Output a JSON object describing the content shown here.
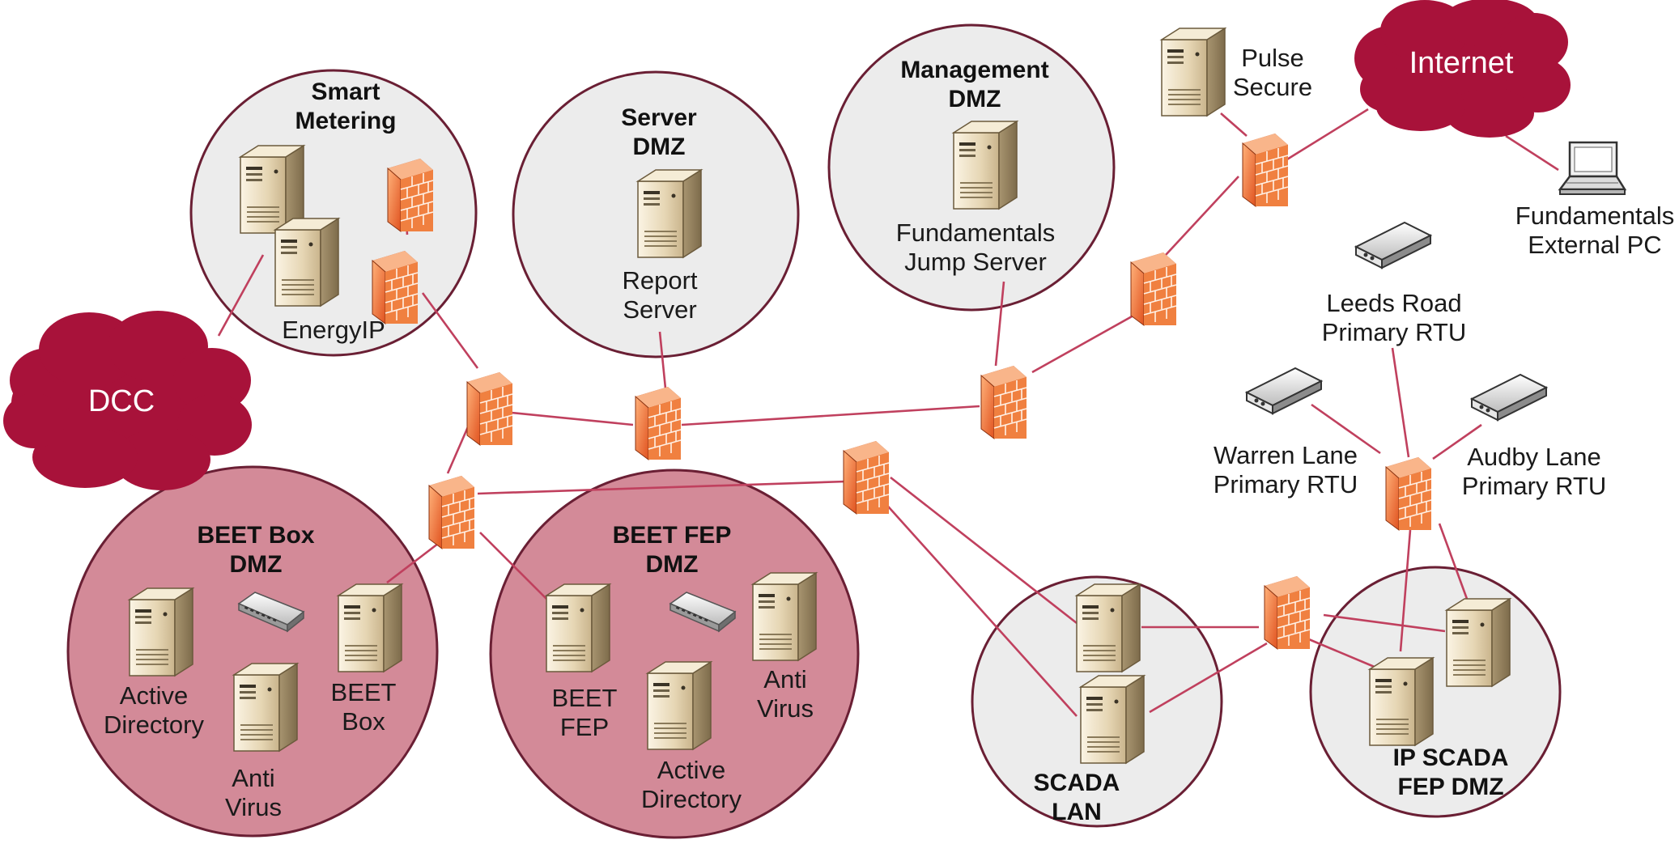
{
  "clouds": {
    "dcc": "DCC",
    "internet": "Internet"
  },
  "zones": {
    "smart_metering": {
      "line1": "Smart",
      "line2": "Metering",
      "server_label": "EnergyIP"
    },
    "server_dmz": {
      "line1": "Server",
      "line2": "DMZ",
      "server_line1": "Report",
      "server_line2": "Server"
    },
    "management_dmz": {
      "line1": "Management",
      "line2": "DMZ",
      "server_line1": "Fundamentals",
      "server_line2": "Jump Server"
    },
    "beet_box_dmz": {
      "line1": "BEET Box",
      "line2": "DMZ",
      "ad_line1": "Active",
      "ad_line2": "Directory",
      "av_line1": "Anti",
      "av_line2": "Virus",
      "box_line1": "BEET",
      "box_line2": "Box"
    },
    "beet_fep_dmz": {
      "line1": "BEET FEP",
      "line2": "DMZ",
      "fep_line1": "BEET",
      "fep_line2": "FEP",
      "ad_line1": "Active",
      "ad_line2": "Directory",
      "av_line1": "Anti",
      "av_line2": "Virus"
    },
    "scada_lan": {
      "line1": "SCADA",
      "line2": "LAN"
    },
    "ip_scada_fep_dmz": {
      "line1": "IP SCADA",
      "line2": "FEP DMZ"
    }
  },
  "external": {
    "pulse_secure": {
      "line1": "Pulse",
      "line2": "Secure"
    },
    "fundamentals_pc": {
      "line1": "Fundamentals",
      "line2": "External PC"
    },
    "leeds_road": {
      "line1": "Leeds Road",
      "line2": "Primary RTU"
    },
    "warren_lane": {
      "line1": "Warren Lane",
      "line2": "Primary RTU"
    },
    "audby_lane": {
      "line1": "Audby Lane",
      "line2": "Primary RTU"
    }
  },
  "icons": {
    "server": "server-icon",
    "firewall": "firewall-icon",
    "switch": "switch-icon",
    "rtu": "rtu-icon",
    "laptop": "laptop-icon",
    "cloud": "cloud-icon"
  },
  "colors": {
    "cloud": "#a8123a",
    "link": "#c0405e",
    "zone_grey": "#ececec",
    "zone_pink": "#d38a98",
    "zone_border": "#6a1f34",
    "firewall": "#f07a3a"
  }
}
